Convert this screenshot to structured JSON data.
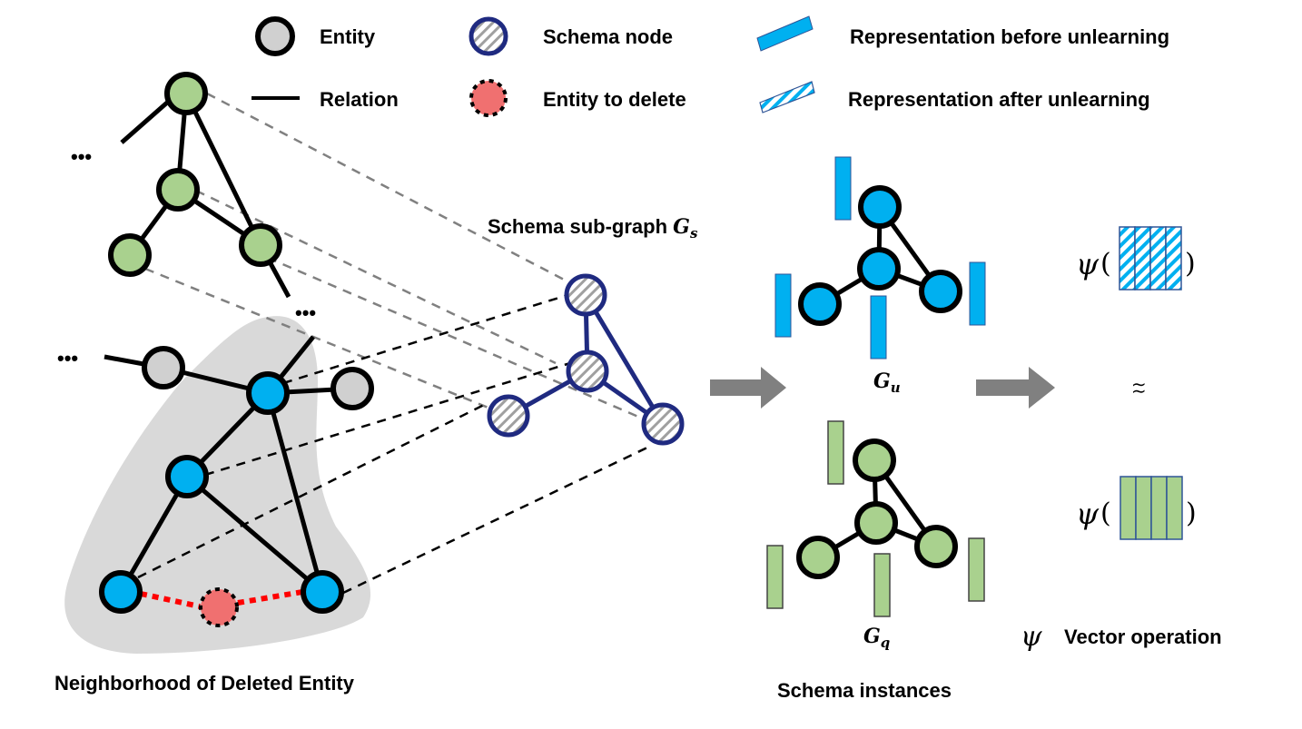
{
  "legend": {
    "entity": "Entity",
    "relation": "Relation",
    "schema_node": "Schema node",
    "entity_to_delete": "Entity to delete",
    "rep_before": "Representation before unlearning",
    "rep_after": "Representation after unlearning"
  },
  "labels": {
    "ellipsis": "•••",
    "schema_subgraph": "Schema sub-graph ",
    "schema_subgraph_symbol": "G",
    "schema_subgraph_sub": "s",
    "gu_symbol": "G",
    "gu_sub": "u",
    "gq_symbol": "G",
    "gq_sub": "q",
    "neighborhood": "Neighborhood of Deleted Entity",
    "schema_instances": "Schema instances",
    "psi": "ψ",
    "open_paren": "(",
    "close_paren": ")",
    "approx": "≀≀",
    "vector_operation": "Vector operation"
  },
  "colors": {
    "entity_gray": "#d0d0d0",
    "entity_green": "#a9d18e",
    "entity_blue": "#00b0f0",
    "entity_delete": "#f07070",
    "schema_border": "#1f2a80",
    "schema_hatch": "#a0a0a0",
    "rep_blue": "#00b0f0",
    "rep_green": "#a9d18e",
    "rep_border": "#2f5597",
    "neighborhood_bg": "#d9d9d9",
    "arrow_gray": "#808080",
    "delete_edge": "#ff0000",
    "dash_gray": "#808080"
  }
}
